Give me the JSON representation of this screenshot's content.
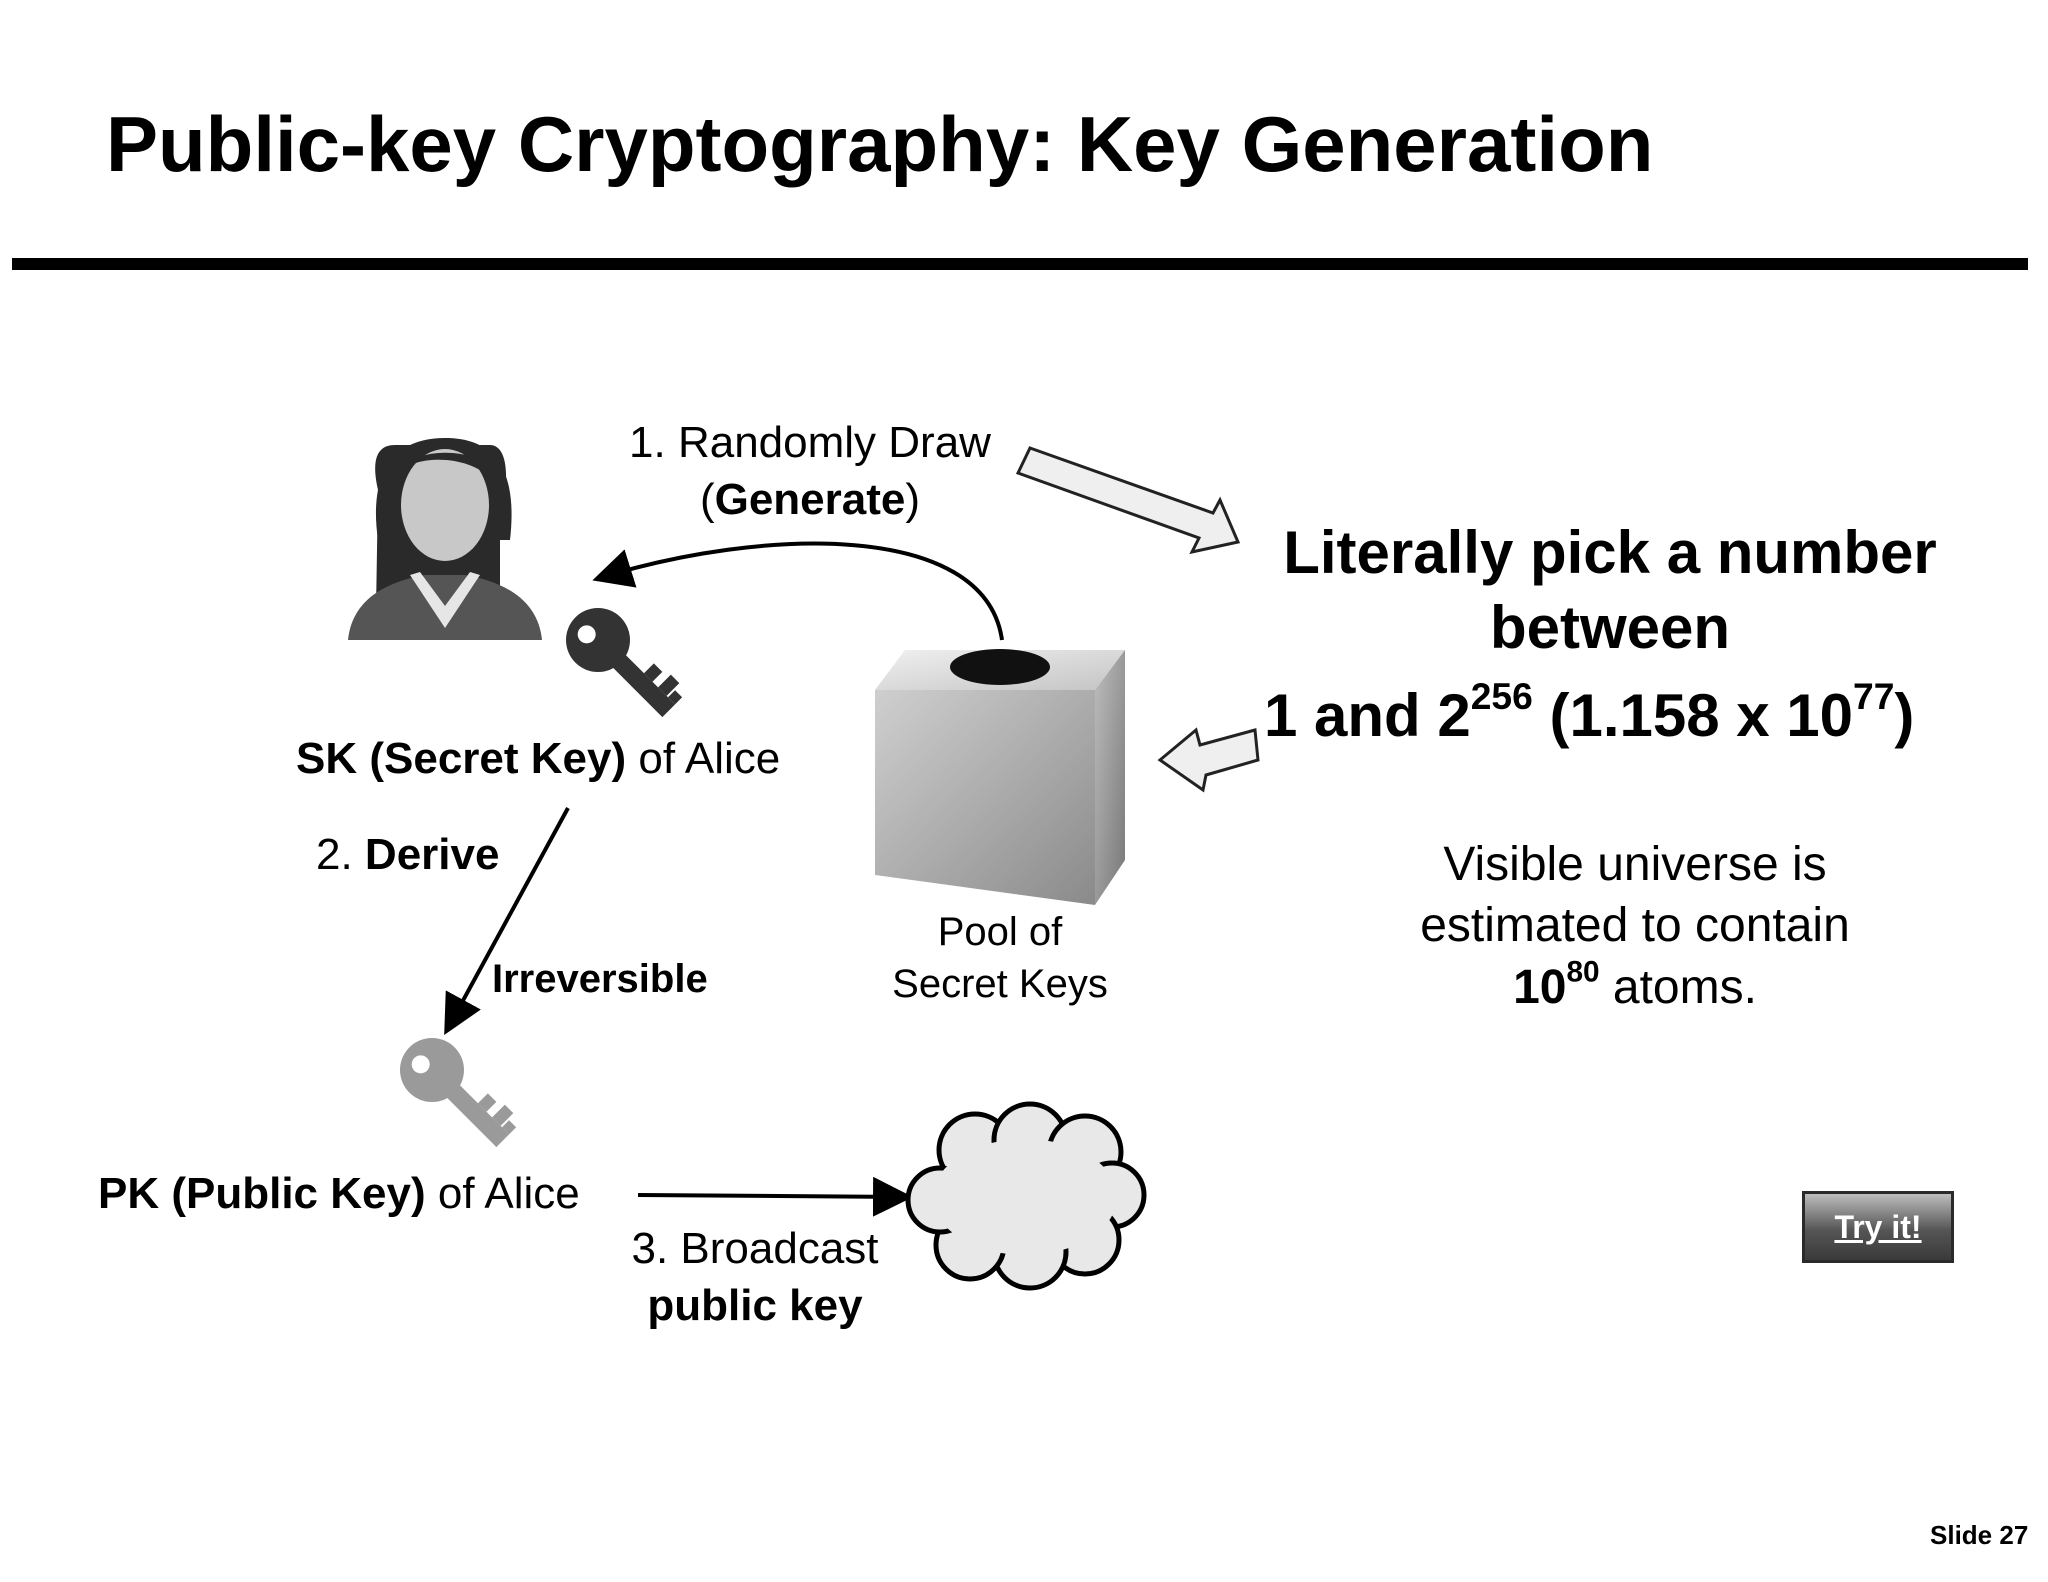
{
  "slide": {
    "title": "Public-key Cryptography: Key Generation",
    "number_label": "Slide 27"
  },
  "diagram": {
    "step1_line1": "1. Randomly Draw",
    "step1_paren_open": "(",
    "step1_bold": "Generate",
    "step1_paren_close": ")",
    "sk_bold": "SK (Secret Key)",
    "sk_rest": " of Alice",
    "step2_prefix": "2. ",
    "step2_bold": "Derive",
    "irreversible": "Irreversible",
    "pool_line1": "Pool of",
    "pool_line2": "Secret Keys",
    "pk_bold": "PK (Public Key)",
    "pk_rest": " of Alice",
    "step3_line1": "3. Broadcast",
    "step3_line2": "public key"
  },
  "callout": {
    "line1": "Literally pick a number",
    "line2": "between",
    "range_start": "1 and 2",
    "range_exp": "256",
    "range_approx_open": " (1.158 x 10",
    "range_approx_exp": "77",
    "range_approx_close": ")",
    "universe_line1": "Visible universe is",
    "universe_line2": "estimated to contain",
    "universe_base": "10",
    "universe_exp": "80",
    "universe_suffix": " atoms."
  },
  "button": {
    "label": "Try it!"
  },
  "icons": {
    "person": "person-icon",
    "secret_key": "dark-key-icon",
    "public_key": "light-key-icon",
    "pool_box": "box-icon",
    "network": "cloud-icon"
  },
  "colors": {
    "secret_key": "#333333",
    "public_key": "#9a9a9a",
    "cloud_fill": "#e8e8e8",
    "arrow_fill": "#efefef"
  }
}
